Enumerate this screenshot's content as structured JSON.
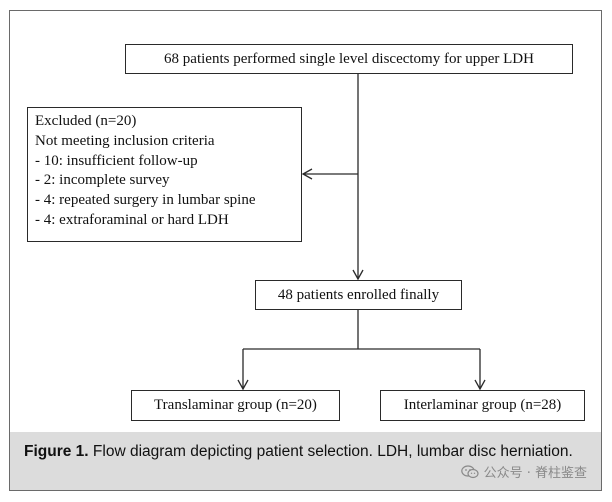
{
  "diagram": {
    "top_box": "68 patients performed single level discectomy for upper LDH",
    "excluded_box": {
      "lines": [
        "Excluded (n=20)",
        "Not meeting  inclusion criteria",
        "- 10: insufficient follow-up",
        "- 2: incomplete survey",
        "- 4: repeated surgery in lumbar spine",
        "- 4: extraforaminal or hard LDH"
      ]
    },
    "enrolled_box": "48 patients enrolled finally",
    "translaminar_box": "Translaminar group (n=20)",
    "interlaminar_box": "Interlaminar group (n=28)"
  },
  "caption": {
    "label": "Figure 1.",
    "text": "Flow diagram depicting patient selection. LDH, lumbar disc herniation."
  },
  "watermark": {
    "icon": "wechat-icon",
    "text": "公众号 · 脊柱鉴查"
  }
}
